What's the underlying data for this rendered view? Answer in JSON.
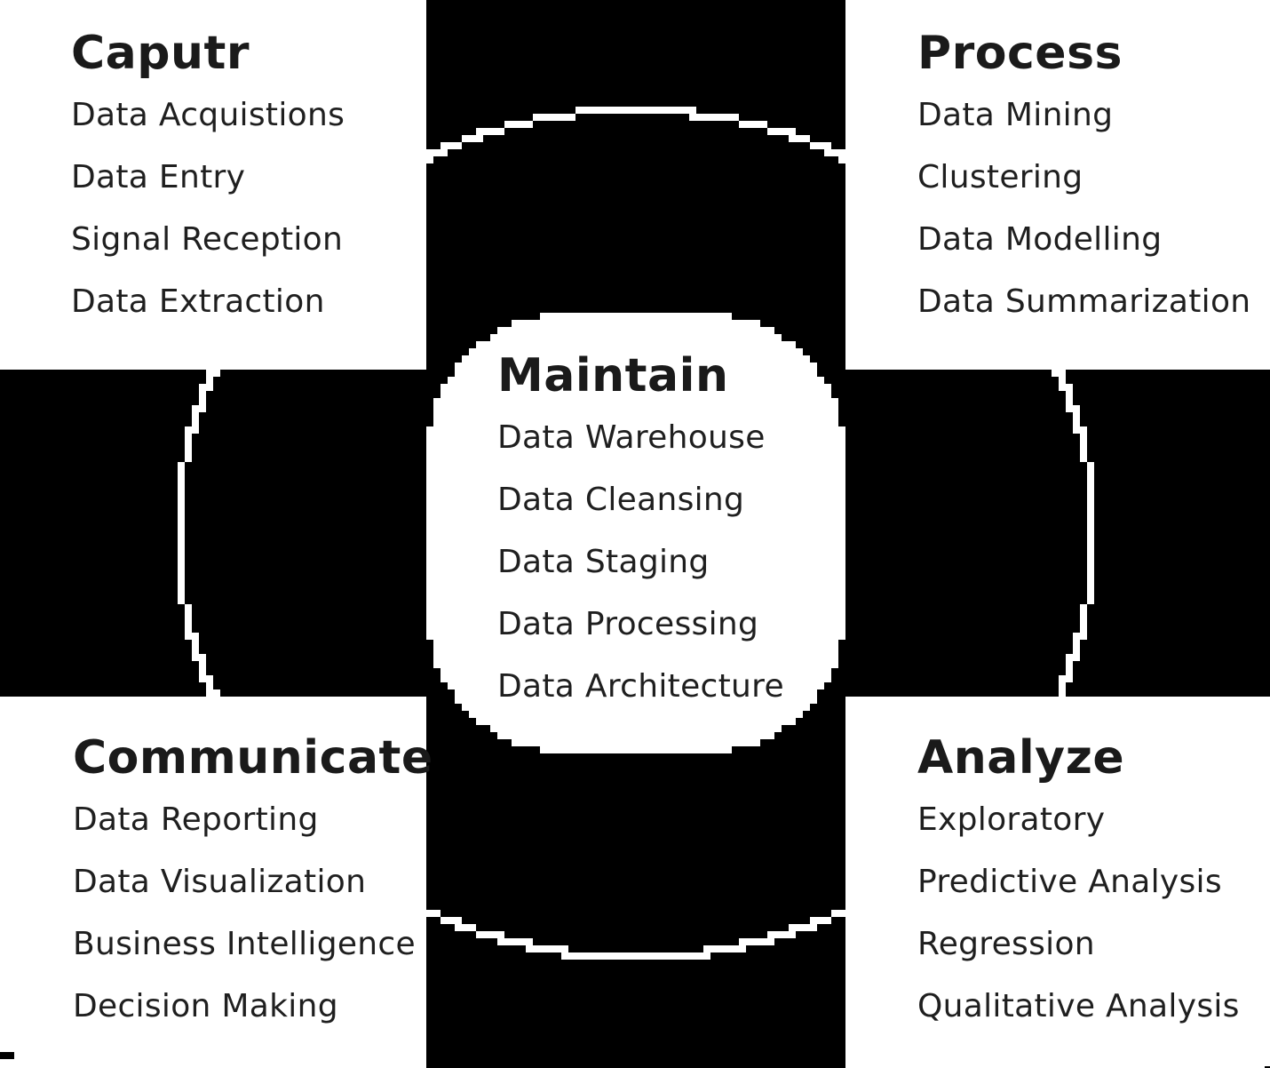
{
  "colors": {
    "background": "#ffffff",
    "band": "#000000",
    "circle": "#ffffff",
    "panel": "#ffffff",
    "heading_text": "#1a1a1a",
    "item_text": "#1f1f1f"
  },
  "diagram": {
    "type": "data-lifecycle-cross",
    "sections": [
      {
        "id": "capture",
        "title": "Caputr",
        "position": "top-left",
        "items": [
          "Data Acquistions",
          "Data Entry",
          "Signal Reception",
          "Data Extraction"
        ]
      },
      {
        "id": "process",
        "title": "Process",
        "position": "top-right",
        "items": [
          "Data Mining",
          "Clustering",
          "Data Modelling",
          "Data Summarization"
        ]
      },
      {
        "id": "maintain",
        "title": "Maintain",
        "position": "center",
        "items": [
          "Data Warehouse",
          "Data Cleansing",
          "Data Staging",
          "Data Processing",
          "Data Architecture"
        ]
      },
      {
        "id": "communicate",
        "title": "Communicate",
        "position": "bottom-left",
        "items": [
          "Data Reporting",
          "Data Visualization",
          "Business Intelligence",
          "Decision Making"
        ]
      },
      {
        "id": "analyze",
        "title": "Analyze",
        "position": "bottom-right",
        "items": [
          "Exploratory",
          "Predictive Analysis",
          "Regression",
          "Qualitative Analysis"
        ]
      }
    ]
  }
}
